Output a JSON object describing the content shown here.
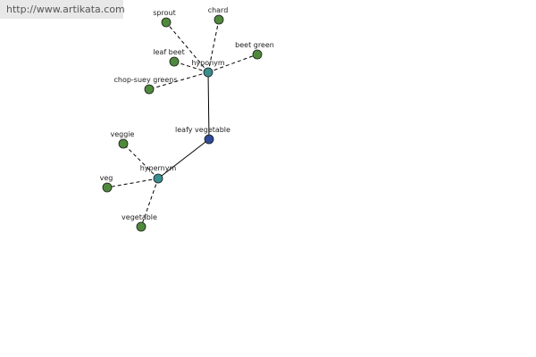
{
  "site_url": "http://www.artikata.com",
  "colors": {
    "leaf_node": "#4f8a3c",
    "relation_node": "#3a8f8f",
    "center_node": "#2f4a9a",
    "edge": "#000000"
  },
  "graph": {
    "center": "leafy vegetable",
    "hyponym_label": "hyponym",
    "hypernym_label": "hypernym",
    "hyponyms": [
      "sprout",
      "chard",
      "leaf beet",
      "beet green",
      "chop-suey greens"
    ],
    "hypernyms": [
      "veggie",
      "veg",
      "vegetable"
    ]
  }
}
